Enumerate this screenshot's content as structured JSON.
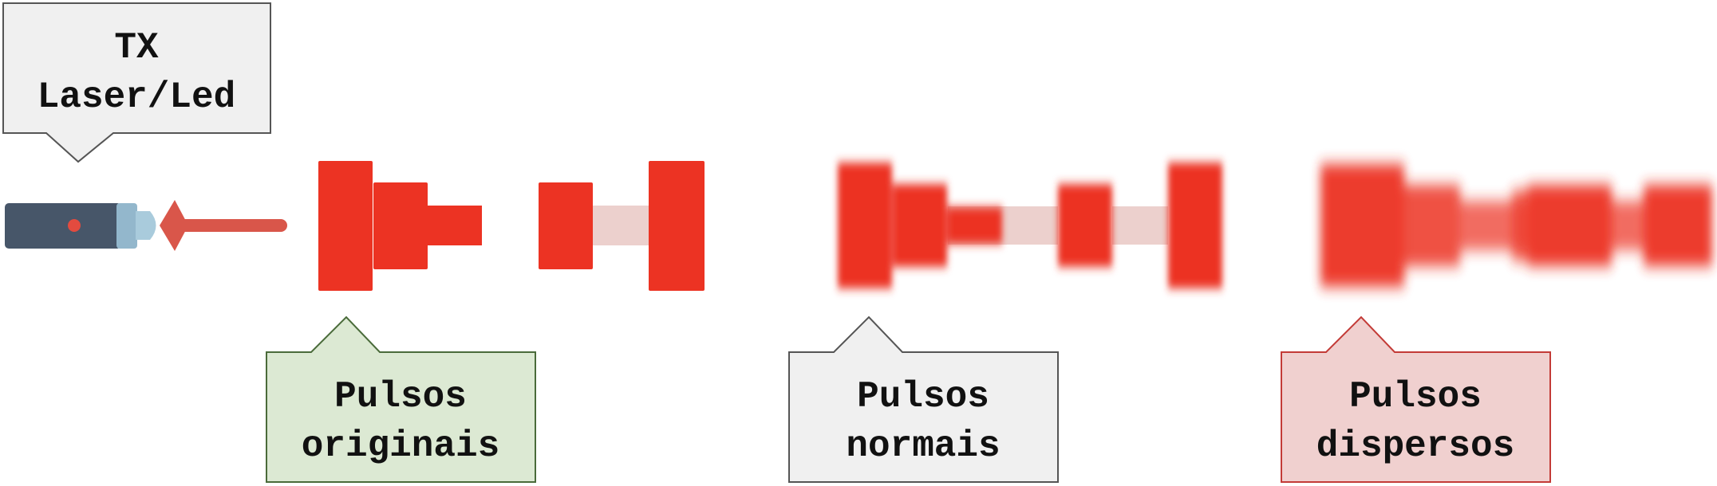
{
  "callouts": {
    "tx": {
      "line1": "TX",
      "line2": "Laser/Led"
    },
    "original": {
      "line1": "Pulsos",
      "line2": "originais"
    },
    "normal": {
      "line1": "Pulsos",
      "line2": "normais"
    },
    "dispersed": {
      "line1": "Pulsos",
      "line2": "dispersos"
    }
  },
  "colors": {
    "pulse": "#ec3323",
    "pulse_light": "#ecd0cd",
    "laser_body": "#475669",
    "laser_tip": "#93b7cc",
    "laser_lens": "#a9cbdc",
    "arrow": "#d9564a",
    "box_gray": "#f0f0f0",
    "box_green": "#dce9d3",
    "box_red": "#f0d0cf",
    "stroke_gray": "#555555",
    "stroke_green": "#4a6b3a",
    "stroke_red": "#c33b37"
  },
  "icons": [
    "laser-pointer-icon",
    "arrow-left-icon"
  ]
}
